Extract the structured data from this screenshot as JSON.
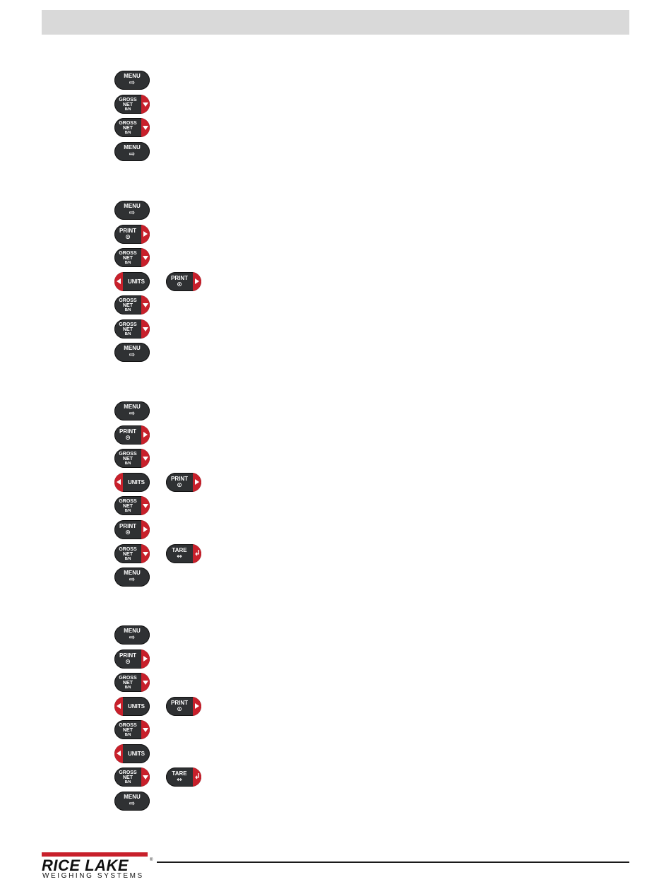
{
  "keys": {
    "menu": {
      "label": "MENU",
      "glyph": "⇨"
    },
    "gross": {
      "line1": "GROSS",
      "line2": "NET",
      "line3": "B/N"
    },
    "print": {
      "label": "PRINT",
      "glyph": "⊙"
    },
    "units": {
      "label": "UNITS"
    },
    "tare": {
      "label": "TARE",
      "glyph": "↔"
    }
  },
  "sections": [
    {
      "steps": [
        [
          "menu"
        ],
        [
          "gross"
        ],
        [
          "gross"
        ],
        [
          "menu"
        ]
      ]
    },
    {
      "steps": [
        [
          "menu"
        ],
        [
          "print"
        ],
        [
          "gross"
        ],
        [
          "units",
          "print"
        ],
        [
          "gross"
        ],
        [
          "gross"
        ],
        [
          "menu"
        ]
      ]
    },
    {
      "steps": [
        [
          "menu"
        ],
        [
          "print"
        ],
        [
          "gross"
        ],
        [
          "units",
          "print"
        ],
        [
          "gross"
        ],
        [
          "print"
        ],
        [
          "gross",
          "tare"
        ],
        [
          "menu"
        ]
      ]
    },
    {
      "steps": [
        [
          "menu"
        ],
        [
          "print"
        ],
        [
          "gross"
        ],
        [
          "units",
          "print"
        ],
        [
          "gross"
        ],
        [
          "units"
        ],
        [
          "gross",
          "tare"
        ],
        [
          "menu"
        ]
      ]
    }
  ],
  "footer": {
    "logo_text": "RICE LAKE",
    "logo_subtext": "WEIGHING SYSTEMS",
    "registered_mark": "®",
    "brand_color": "#c8202b"
  },
  "colors": {
    "key_body": "#2f3133",
    "key_accent": "#c8202b",
    "header_bar": "#d9d9d9"
  }
}
